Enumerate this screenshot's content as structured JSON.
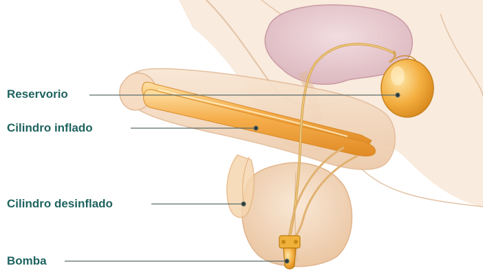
{
  "labels": {
    "reservoir": "Reservorio",
    "inflated_cylinder": "Cilindro inflado",
    "deflated_cylinder": "Cilindro desinflado",
    "pump": "Bomba"
  },
  "colors": {
    "label_text": "#1f6360",
    "leader_line": "#5a6b6a",
    "device_orange": "#f0a43a",
    "device_light": "#fbd48a",
    "tissue": "#f4d9bf",
    "bladder": "#e6c7cd"
  },
  "icons": {
    "pump": "pump-icon",
    "reservoir": "reservoir-icon"
  }
}
